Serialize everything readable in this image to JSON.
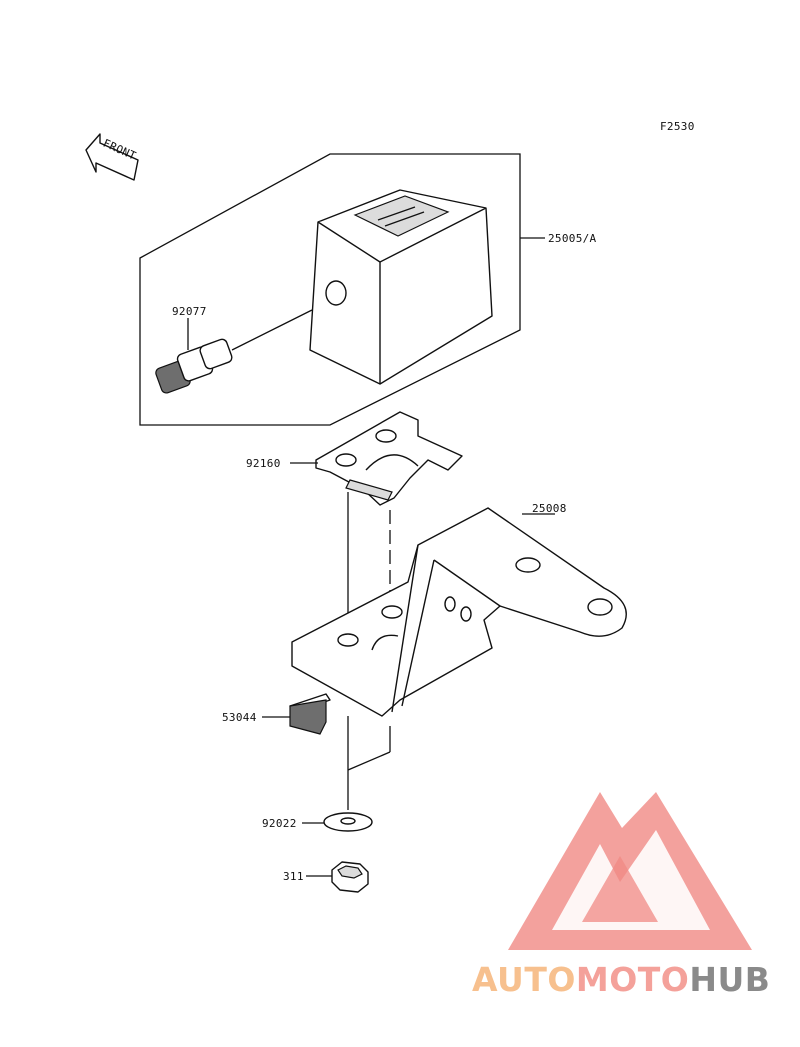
{
  "diagram": {
    "code": "F2530",
    "front_marker": "FRONT",
    "callouts": {
      "meter_assembly": "25005/A",
      "meter_bulb": "92077",
      "meter_plate": "92160",
      "bracket": "25008",
      "pad": "53044",
      "washer": "92022",
      "nut": "311"
    }
  },
  "watermark": {
    "brand_part1": "AUTO",
    "brand_part2": "MOTO",
    "brand_part3": "HUB",
    "colors": {
      "auto": "#f7c08e",
      "moto": "#f4a19a",
      "hub": "#8a8a8a",
      "triangle": "#f08a84"
    }
  }
}
